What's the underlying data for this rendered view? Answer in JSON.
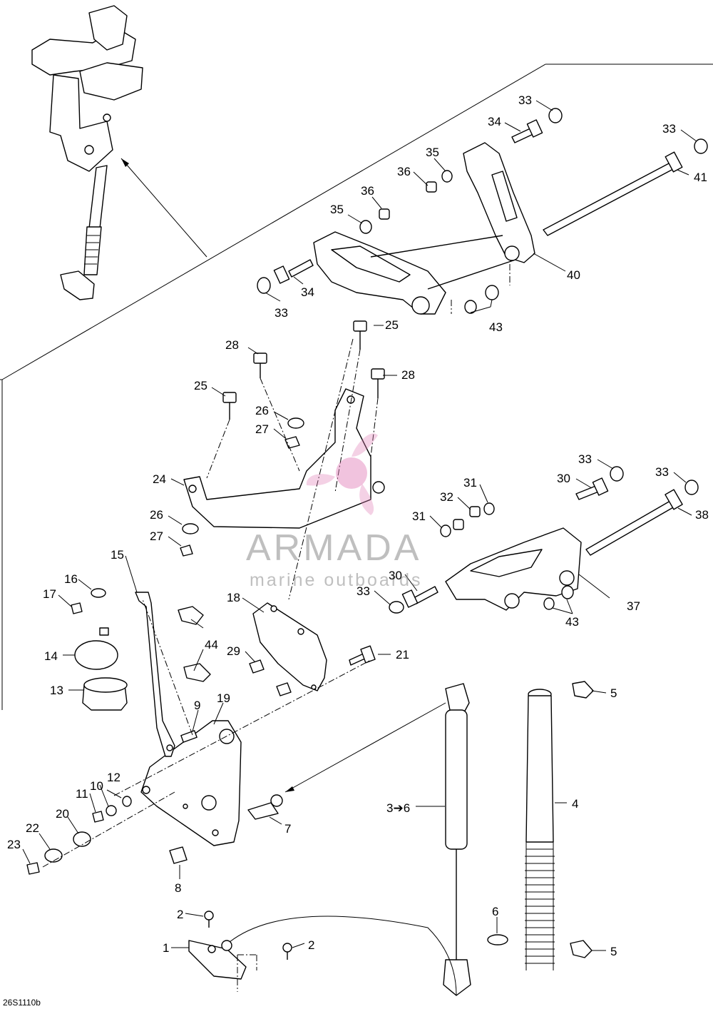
{
  "reference_code": "26S1110b",
  "watermark": {
    "title": "ARMADA",
    "subtitle": "marine outboards",
    "accent_color": "#e07bb5"
  },
  "callouts": [
    {
      "id": "c1",
      "label": "1"
    },
    {
      "id": "c2a",
      "label": "2"
    },
    {
      "id": "c2b",
      "label": "2"
    },
    {
      "id": "c3",
      "label": "3➔6"
    },
    {
      "id": "c4",
      "label": "4"
    },
    {
      "id": "c5a",
      "label": "5"
    },
    {
      "id": "c5b",
      "label": "5"
    },
    {
      "id": "c6",
      "label": "6"
    },
    {
      "id": "c7",
      "label": "7"
    },
    {
      "id": "c8",
      "label": "8"
    },
    {
      "id": "c9",
      "label": "9"
    },
    {
      "id": "c10",
      "label": "10"
    },
    {
      "id": "c11",
      "label": "11"
    },
    {
      "id": "c12",
      "label": "12"
    },
    {
      "id": "c13",
      "label": "13"
    },
    {
      "id": "c14",
      "label": "14"
    },
    {
      "id": "c15",
      "label": "15"
    },
    {
      "id": "c16",
      "label": "16"
    },
    {
      "id": "c17",
      "label": "17"
    },
    {
      "id": "c18",
      "label": "18"
    },
    {
      "id": "c19",
      "label": "19"
    },
    {
      "id": "c20",
      "label": "20"
    },
    {
      "id": "c21",
      "label": "21"
    },
    {
      "id": "c22",
      "label": "22"
    },
    {
      "id": "c23",
      "label": "23"
    },
    {
      "id": "c24",
      "label": "24"
    },
    {
      "id": "c25a",
      "label": "25"
    },
    {
      "id": "c25b",
      "label": "25"
    },
    {
      "id": "c26a",
      "label": "26"
    },
    {
      "id": "c26b",
      "label": "26"
    },
    {
      "id": "c27a",
      "label": "27"
    },
    {
      "id": "c27b",
      "label": "27"
    },
    {
      "id": "c28a",
      "label": "28"
    },
    {
      "id": "c28b",
      "label": "28"
    },
    {
      "id": "c29",
      "label": "29"
    },
    {
      "id": "c30a",
      "label": "30"
    },
    {
      "id": "c30b",
      "label": "30"
    },
    {
      "id": "c31a",
      "label": "31"
    },
    {
      "id": "c31b",
      "label": "31"
    },
    {
      "id": "c32",
      "label": "32"
    },
    {
      "id": "c33a",
      "label": "33"
    },
    {
      "id": "c33b",
      "label": "33"
    },
    {
      "id": "c33c",
      "label": "33"
    },
    {
      "id": "c33d",
      "label": "33"
    },
    {
      "id": "c33e",
      "label": "33"
    },
    {
      "id": "c33f",
      "label": "33"
    },
    {
      "id": "c34a",
      "label": "34"
    },
    {
      "id": "c34b",
      "label": "34"
    },
    {
      "id": "c35a",
      "label": "35"
    },
    {
      "id": "c35b",
      "label": "35"
    },
    {
      "id": "c36a",
      "label": "36"
    },
    {
      "id": "c36b",
      "label": "36"
    },
    {
      "id": "c37",
      "label": "37"
    },
    {
      "id": "c38",
      "label": "38"
    },
    {
      "id": "c40",
      "label": "40"
    },
    {
      "id": "c41",
      "label": "41"
    },
    {
      "id": "c43a",
      "label": "43"
    },
    {
      "id": "c43b",
      "label": "43"
    },
    {
      "id": "c44",
      "label": "44"
    }
  ]
}
